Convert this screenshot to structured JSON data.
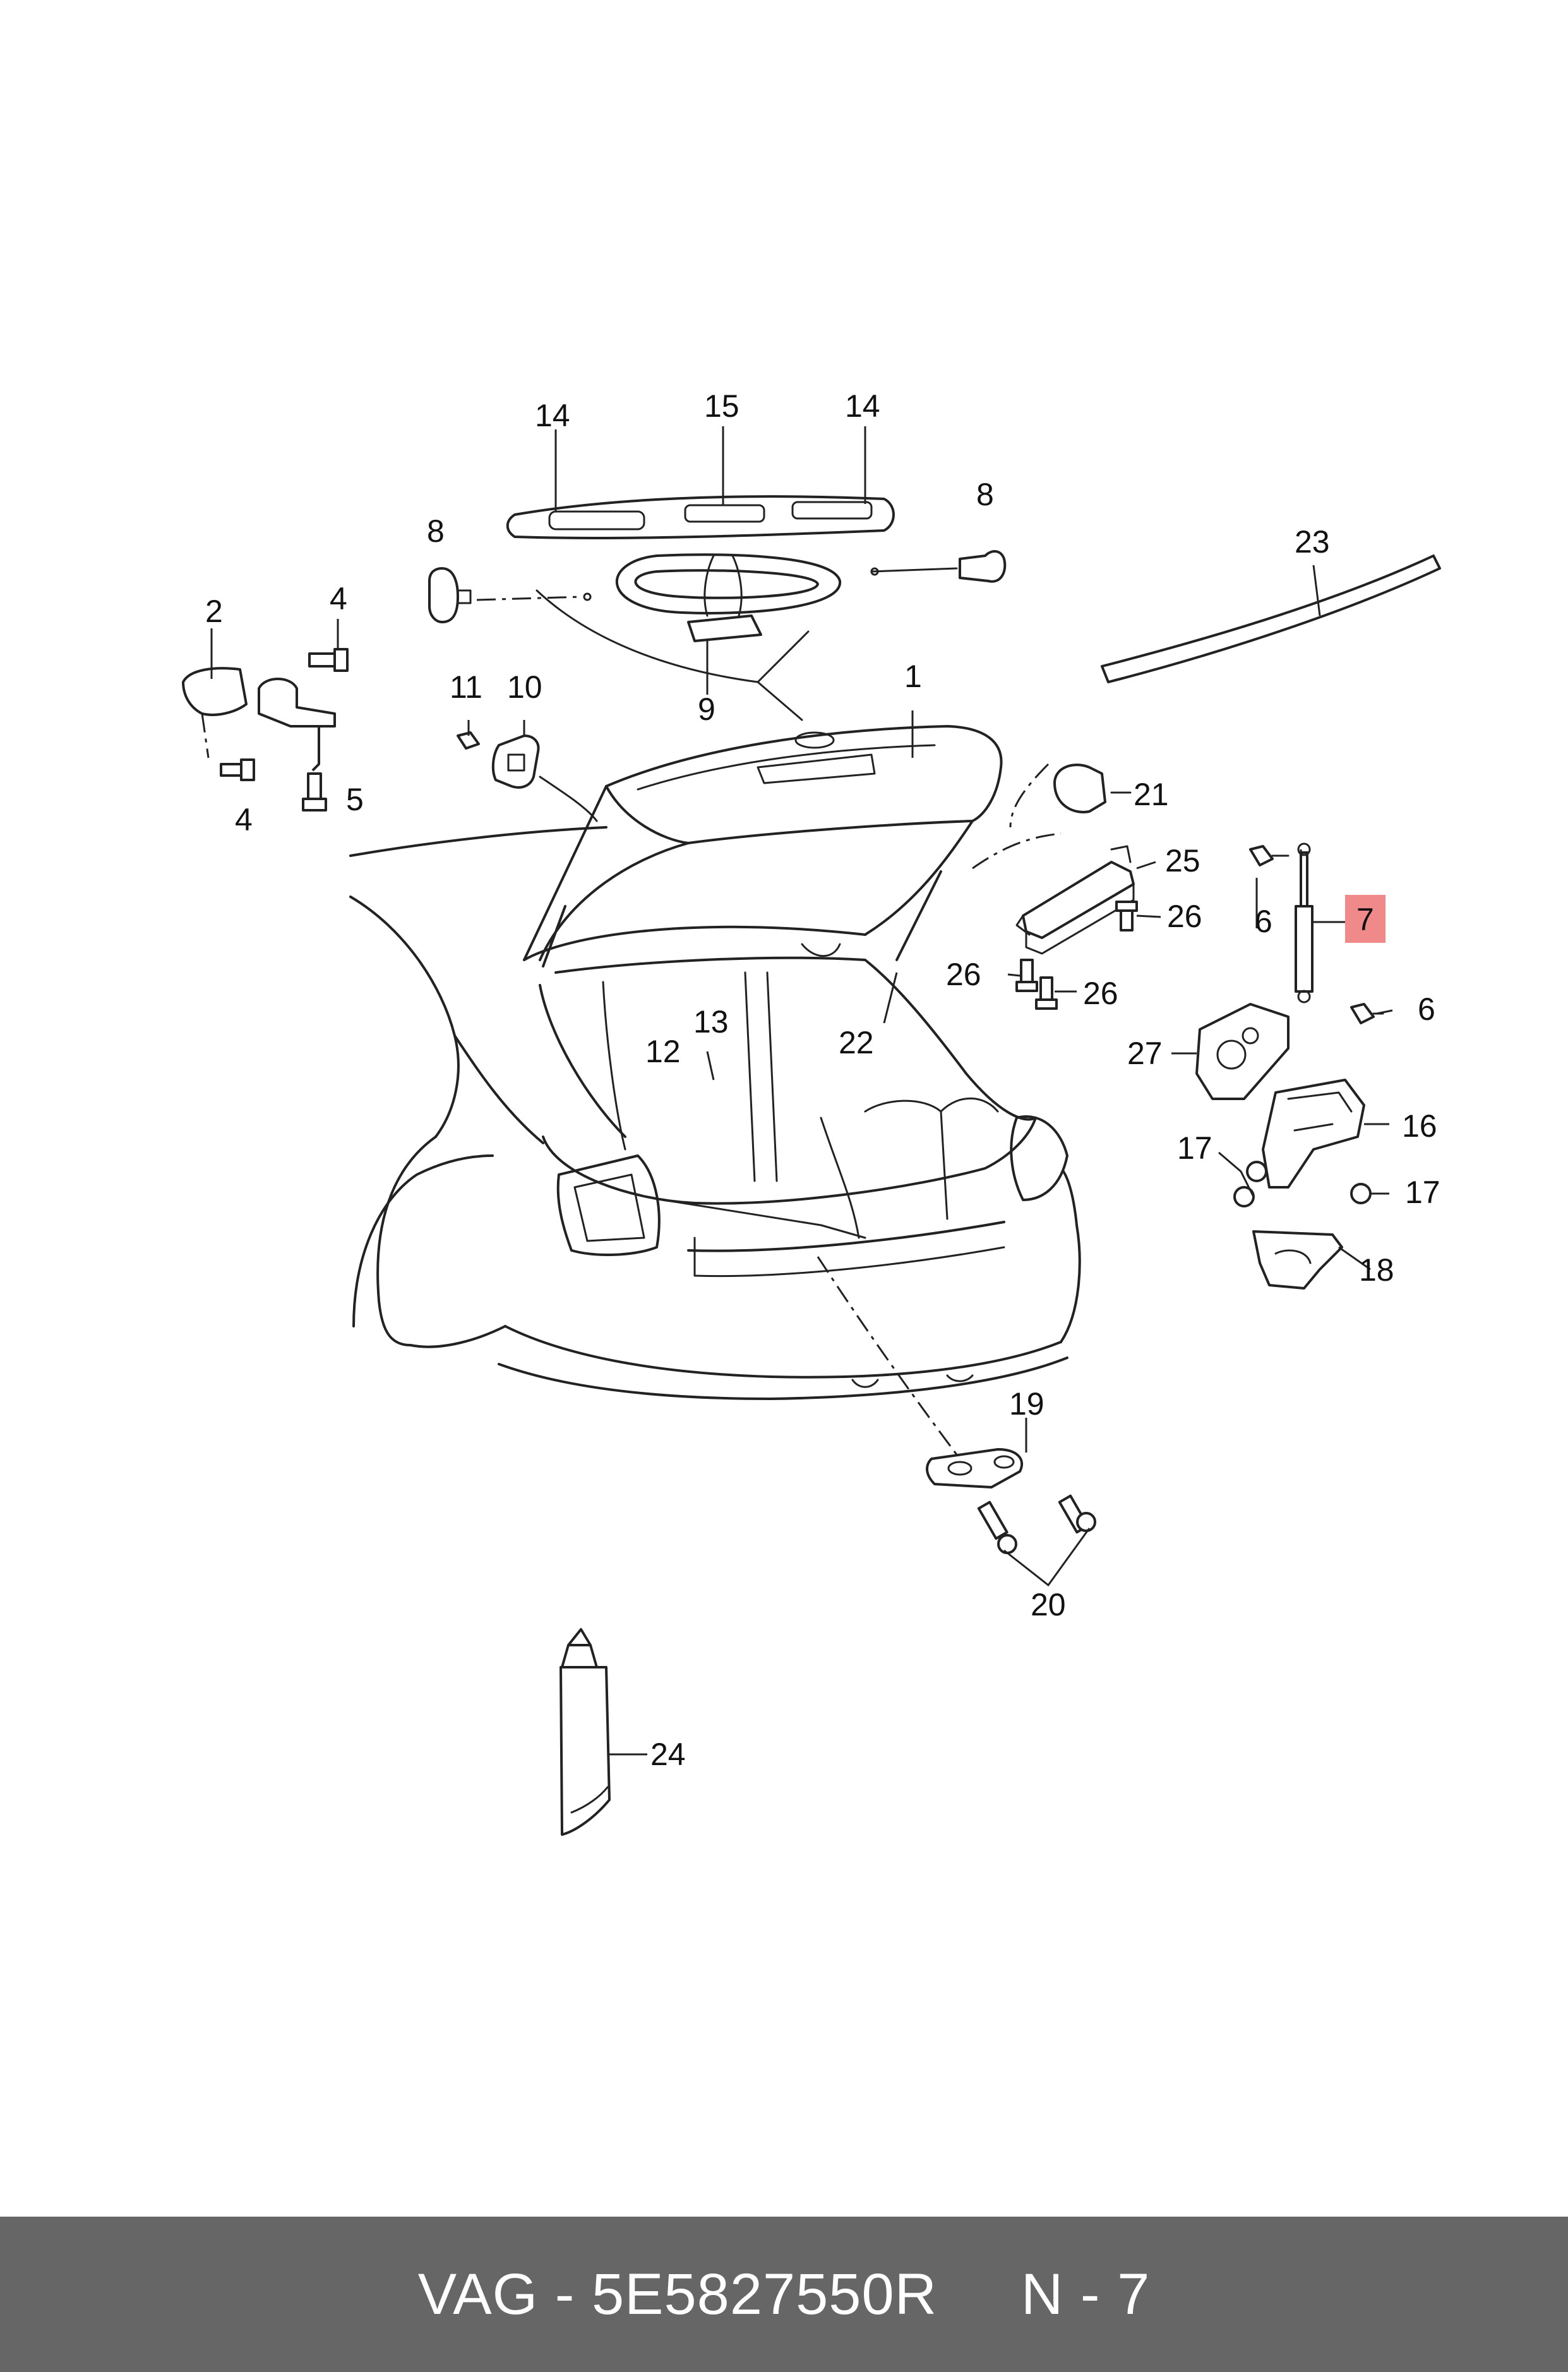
{
  "colors": {
    "highlight": "#f08a8a",
    "footer_bg": "#666666",
    "footer_text": "#ffffff",
    "line": "#222222"
  },
  "callouts": {
    "c1": "1",
    "c2": "2",
    "c4a": "4",
    "c4b": "4",
    "c5": "5",
    "c6a": "6",
    "c6b": "6",
    "c7": "7",
    "c8a": "8",
    "c8b": "8",
    "c9": "9",
    "c10": "10",
    "c11": "11",
    "c12": "12",
    "c13": "13",
    "c14a": "14",
    "c14b": "14",
    "c15": "15",
    "c16": "16",
    "c17a": "17",
    "c17b": "17",
    "c18": "18",
    "c19": "19",
    "c20": "20",
    "c21": "21",
    "c22": "22",
    "c23": "23",
    "c24": "24",
    "c25": "25",
    "c26a": "26",
    "c26b": "26",
    "c26c": "26",
    "c27": "27"
  },
  "highlighted_callout": "7",
  "footer": {
    "text": "VAG - 5E5827550R     N - 7"
  }
}
